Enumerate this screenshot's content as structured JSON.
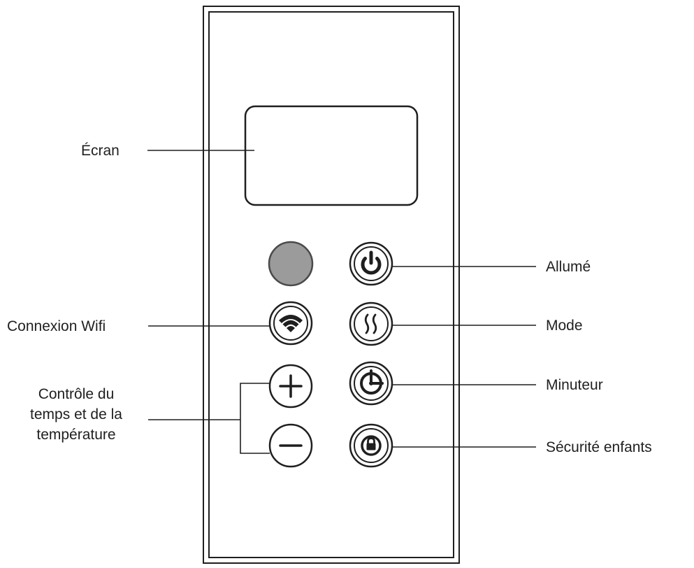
{
  "labels": {
    "ecran": "Écran",
    "wifi": "Connexion Wifi",
    "controle": [
      "Contrôle du",
      "temps et de la",
      "température"
    ],
    "allume": "Allumé",
    "mode": "Mode",
    "minuteur": "Minuteur",
    "securite": "Sécurité enfants"
  },
  "colors": {
    "stroke": "#1f1f1f",
    "indicator": "#9b9b9b",
    "background": "#ffffff"
  },
  "icons": {
    "indicator": "indicator-light",
    "power": "power-icon",
    "mode": "heat-waves-icon",
    "timer": "timer-icon",
    "lock": "lock-icon",
    "wifi": "wifi-icon",
    "plus": "plus-icon",
    "minus": "minus-icon"
  }
}
